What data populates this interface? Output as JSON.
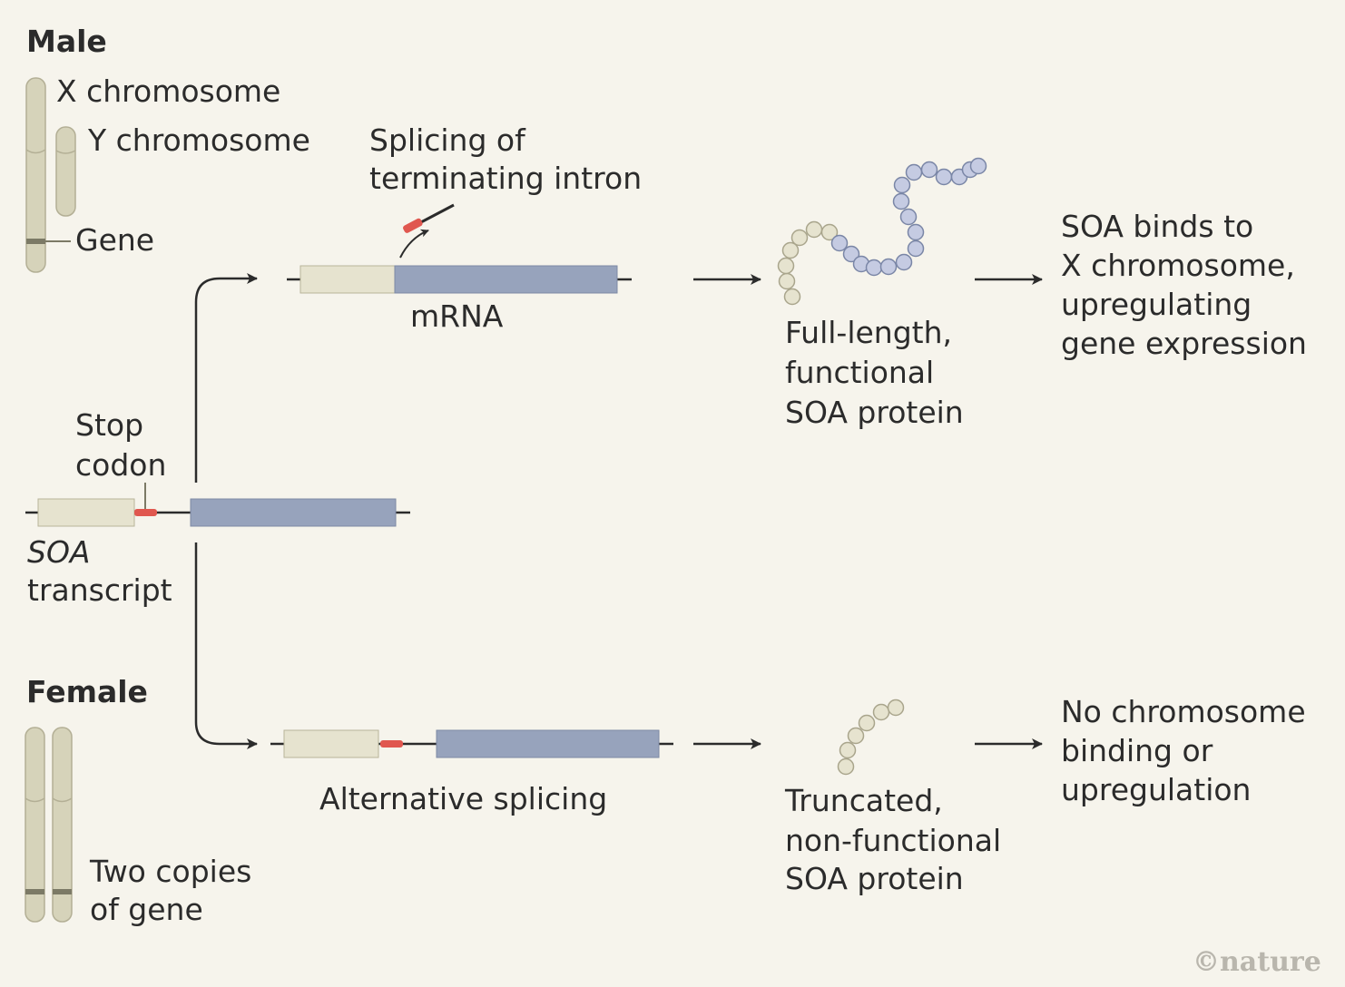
{
  "male": {
    "heading": "Male",
    "x_chromosome": "X chromosome",
    "y_chromosome": "Y chromosome",
    "gene": "Gene"
  },
  "female": {
    "heading": "Female",
    "gene_copies": [
      "Two copies",
      "of gene"
    ]
  },
  "transcript": {
    "stop_codon": [
      "Stop",
      "codon"
    ],
    "name": "SOA",
    "label": "transcript"
  },
  "male_path": {
    "splicing": [
      "Splicing of",
      "terminating intron"
    ],
    "mrna": "mRNA",
    "protein": [
      "Full-length,",
      "functional",
      "SOA protein"
    ],
    "outcome": [
      "SOA binds to",
      "X chromosome,",
      "upregulating",
      "gene expression"
    ]
  },
  "female_path": {
    "splicing": "Alternative splicing",
    "protein": [
      "Truncated,",
      "non-functional",
      "SOA protein"
    ],
    "outcome": [
      "No chromosome",
      "binding or",
      "upregulation"
    ]
  },
  "credit": "©nature",
  "colors": {
    "background": "#f6f4ec",
    "chromosome": "#d6d3ba",
    "chromosome_outline": "#b3af95",
    "gene_band": "#7c7a66",
    "exon_light": "#e6e3cf",
    "exon_blue": "#97a3bc",
    "stop_red": "#e0574f",
    "protein_bead_light": "#e6e3cf",
    "protein_bead_blue": "#c5cbe2",
    "line": "#2b2b2b"
  }
}
